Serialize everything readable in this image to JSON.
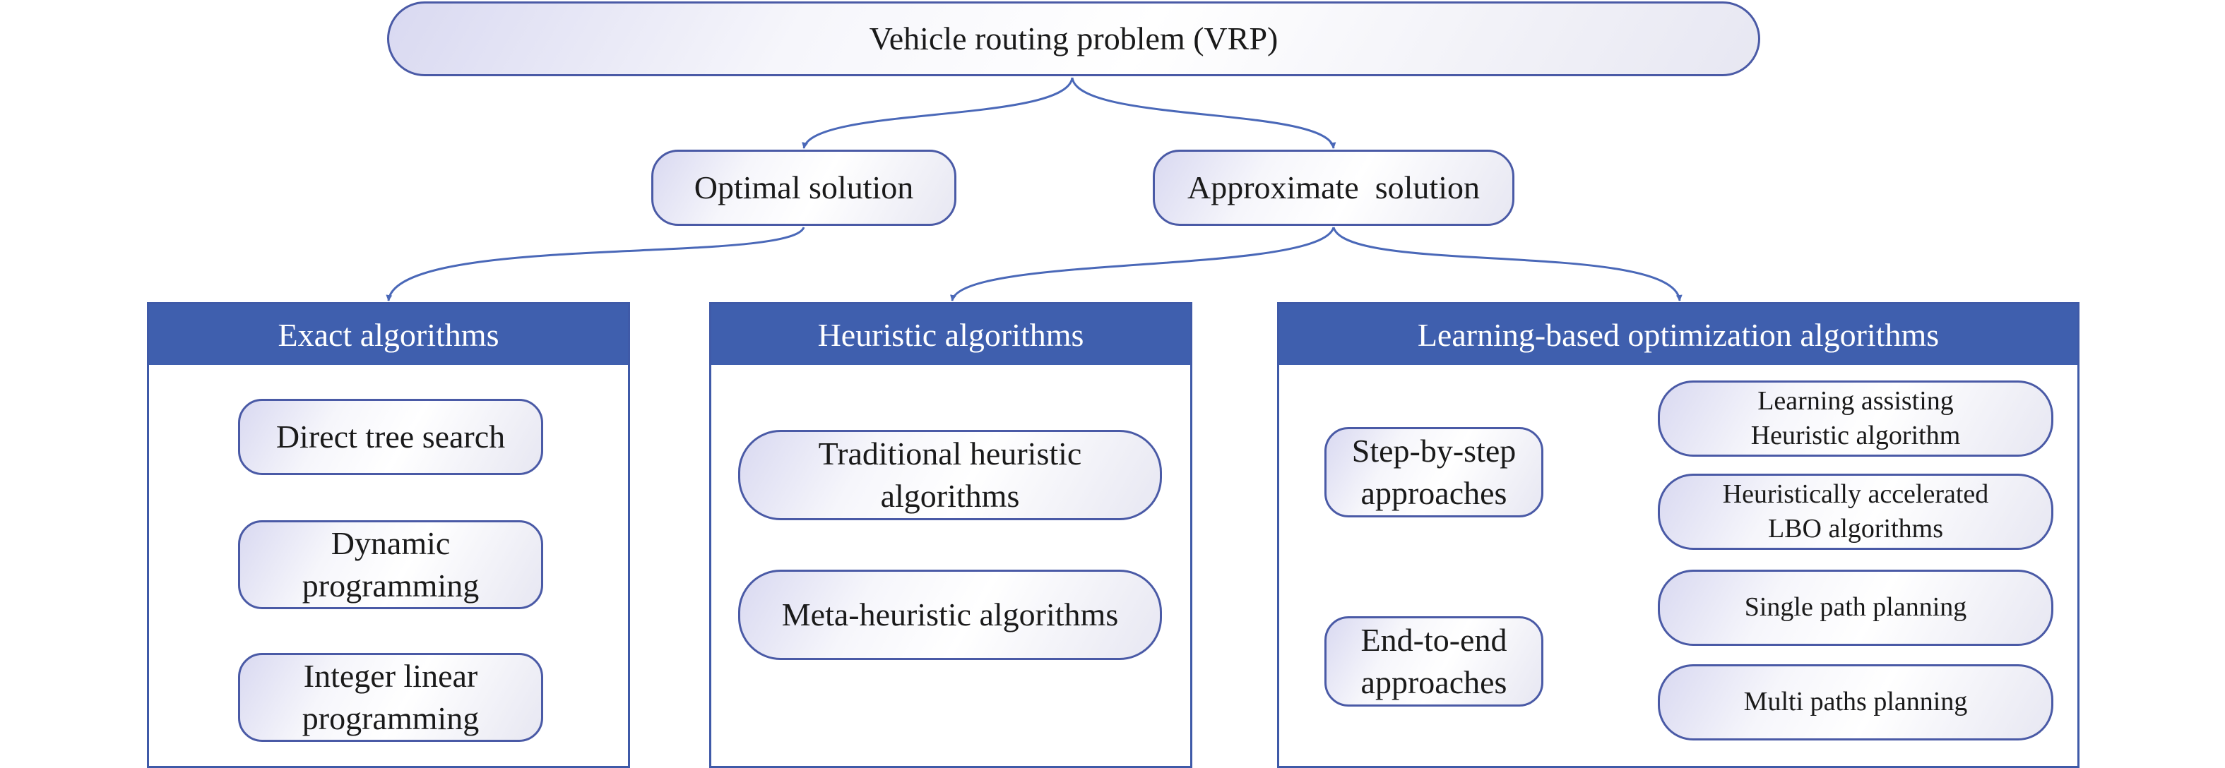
{
  "root": {
    "label": "Vehicle routing problem (VRP)"
  },
  "branches": {
    "optimal": {
      "label": "Optimal solution"
    },
    "approximate": {
      "label": "Approximate  solution"
    }
  },
  "panels": {
    "exact": {
      "title": "Exact algorithms",
      "items": [
        {
          "lines": [
            "Direct tree search"
          ]
        },
        {
          "lines": [
            "Dynamic",
            "programming"
          ]
        },
        {
          "lines": [
            "Integer linear",
            "programming"
          ]
        }
      ]
    },
    "heuristic": {
      "title": "Heuristic algorithms",
      "items": [
        {
          "lines": [
            "Traditional heuristic",
            "algorithms"
          ]
        },
        {
          "lines": [
            "Meta-heuristic algorithms"
          ]
        }
      ]
    },
    "learning": {
      "title": "Learning-based optimization algorithms",
      "groups": [
        {
          "lines": [
            "Step-by-step",
            "approaches"
          ],
          "children": [
            {
              "lines": [
                "Learning assisting",
                "Heuristic algorithm"
              ]
            },
            {
              "lines": [
                "Heuristically accelerated",
                "LBO algorithms"
              ]
            }
          ]
        },
        {
          "lines": [
            "End-to-end",
            "approaches"
          ],
          "children": [
            {
              "lines": [
                "Single path planning"
              ]
            },
            {
              "lines": [
                "Multi paths planning"
              ]
            }
          ]
        }
      ]
    }
  },
  "colors": {
    "connector": "#4a68b8",
    "panel_header": "#3f5fae",
    "pill_border": "#4a5aa6",
    "arrow": "#111111"
  }
}
